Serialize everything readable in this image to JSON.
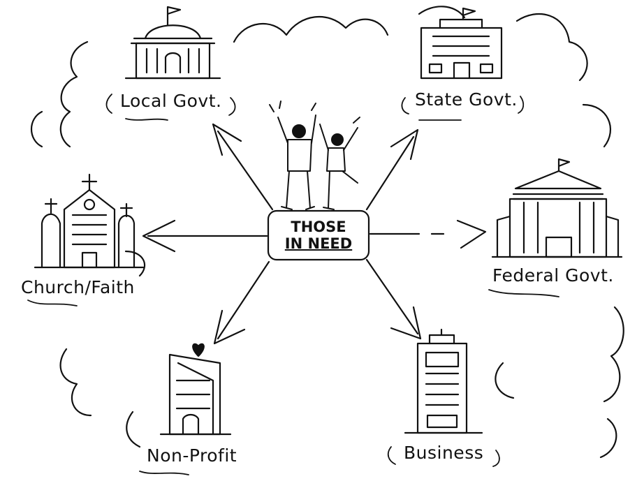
{
  "center": {
    "line1": "THOSE",
    "line2": "IN NEED"
  },
  "nodes": {
    "local": {
      "label": "Local Govt."
    },
    "state": {
      "label": "State Govt."
    },
    "church": {
      "label": "Church/Faith"
    },
    "federal": {
      "label": "Federal Govt."
    },
    "nonprofit": {
      "label": "Non-Profit"
    },
    "business": {
      "label": "Business"
    }
  },
  "colors": {
    "ink": "#111111",
    "background": "#ffffff"
  }
}
